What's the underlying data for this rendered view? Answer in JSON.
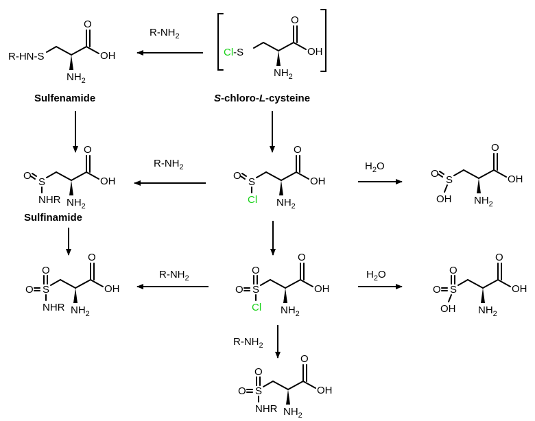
{
  "reagents": {
    "amine_top": "R-NH",
    "amine_mid": "R-NH",
    "amine_low": "R-NH",
    "amine_bottom": "R-NH",
    "amine_sub": "2",
    "water_top": "H",
    "water_low": "H",
    "water_sub": "2",
    "water_o": "O"
  },
  "captions": {
    "sulfenamide": "Sulfenamide",
    "sulfinamide": "Sulfinamide",
    "chloro_S": "S",
    "chloro_mid1": "-chloro-",
    "chloro_L": "L",
    "chloro_mid2": "-cysteine"
  },
  "atoms": {
    "sulfenamide_N": "R-HN-S",
    "cl": "Cl",
    "cl_s": "-S",
    "s": "S",
    "o": "O",
    "oh": "OH",
    "nh": "NH",
    "nh_sub": "2",
    "nhr": "NHR"
  },
  "colors": {
    "chlorine": "#19d219"
  }
}
